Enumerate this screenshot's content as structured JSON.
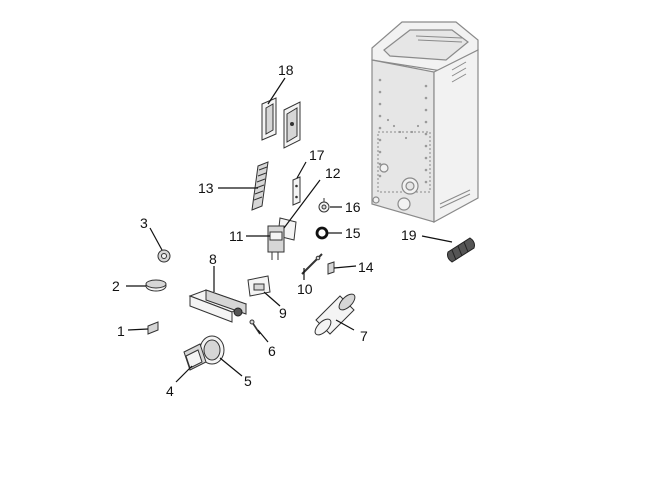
{
  "callouts": [
    {
      "id": "1",
      "label": "1"
    },
    {
      "id": "2",
      "label": "2"
    },
    {
      "id": "3",
      "label": "3"
    },
    {
      "id": "4",
      "label": "4"
    },
    {
      "id": "5",
      "label": "5"
    },
    {
      "id": "6",
      "label": "6"
    },
    {
      "id": "7",
      "label": "7"
    },
    {
      "id": "8",
      "label": "8"
    },
    {
      "id": "9",
      "label": "9"
    },
    {
      "id": "10",
      "label": "10"
    },
    {
      "id": "11",
      "label": "11"
    },
    {
      "id": "12",
      "label": "12"
    },
    {
      "id": "13",
      "label": "13"
    },
    {
      "id": "14",
      "label": "14"
    },
    {
      "id": "15",
      "label": "15"
    },
    {
      "id": "16",
      "label": "16"
    },
    {
      "id": "17",
      "label": "17"
    },
    {
      "id": "18",
      "label": "18"
    },
    {
      "id": "19",
      "label": "19"
    }
  ],
  "colors": {
    "line": "#111111",
    "cabinet_outline": "#8a8a8a",
    "part_fill": "#f4f4f4",
    "part_shade": "#d6d6d6"
  }
}
